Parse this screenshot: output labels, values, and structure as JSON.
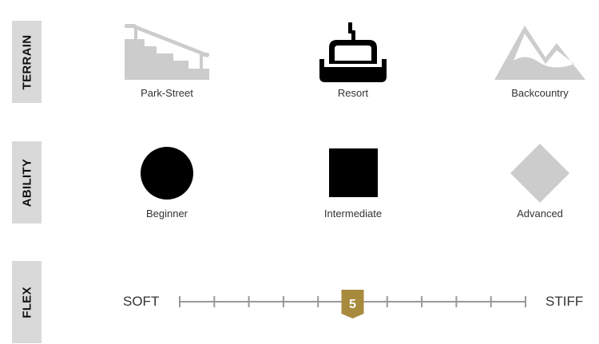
{
  "sections": {
    "terrain": {
      "title": "TERRAIN",
      "options": [
        {
          "label": "Park-Street",
          "icon": "stairs-rail-icon",
          "active": false
        },
        {
          "label": "Resort",
          "icon": "chairlift-icon",
          "active": true
        },
        {
          "label": "Backcountry",
          "icon": "mountain-icon",
          "active": false
        }
      ]
    },
    "ability": {
      "title": "ABILITY",
      "options": [
        {
          "label": "Beginner",
          "icon": "circle-icon",
          "active": true
        },
        {
          "label": "Intermediate",
          "icon": "square-icon",
          "active": true
        },
        {
          "label": "Advanced",
          "icon": "diamond-icon",
          "active": false
        }
      ]
    },
    "flex": {
      "title": "FLEX",
      "min_label": "SOFT",
      "max_label": "STIFF",
      "value": "5",
      "scale_min": 0,
      "scale_max": 10
    }
  },
  "colors": {
    "active": "#000000",
    "inactive": "#cccccc",
    "marker": "#a88a3e",
    "side_bg": "#d9d9d9"
  }
}
